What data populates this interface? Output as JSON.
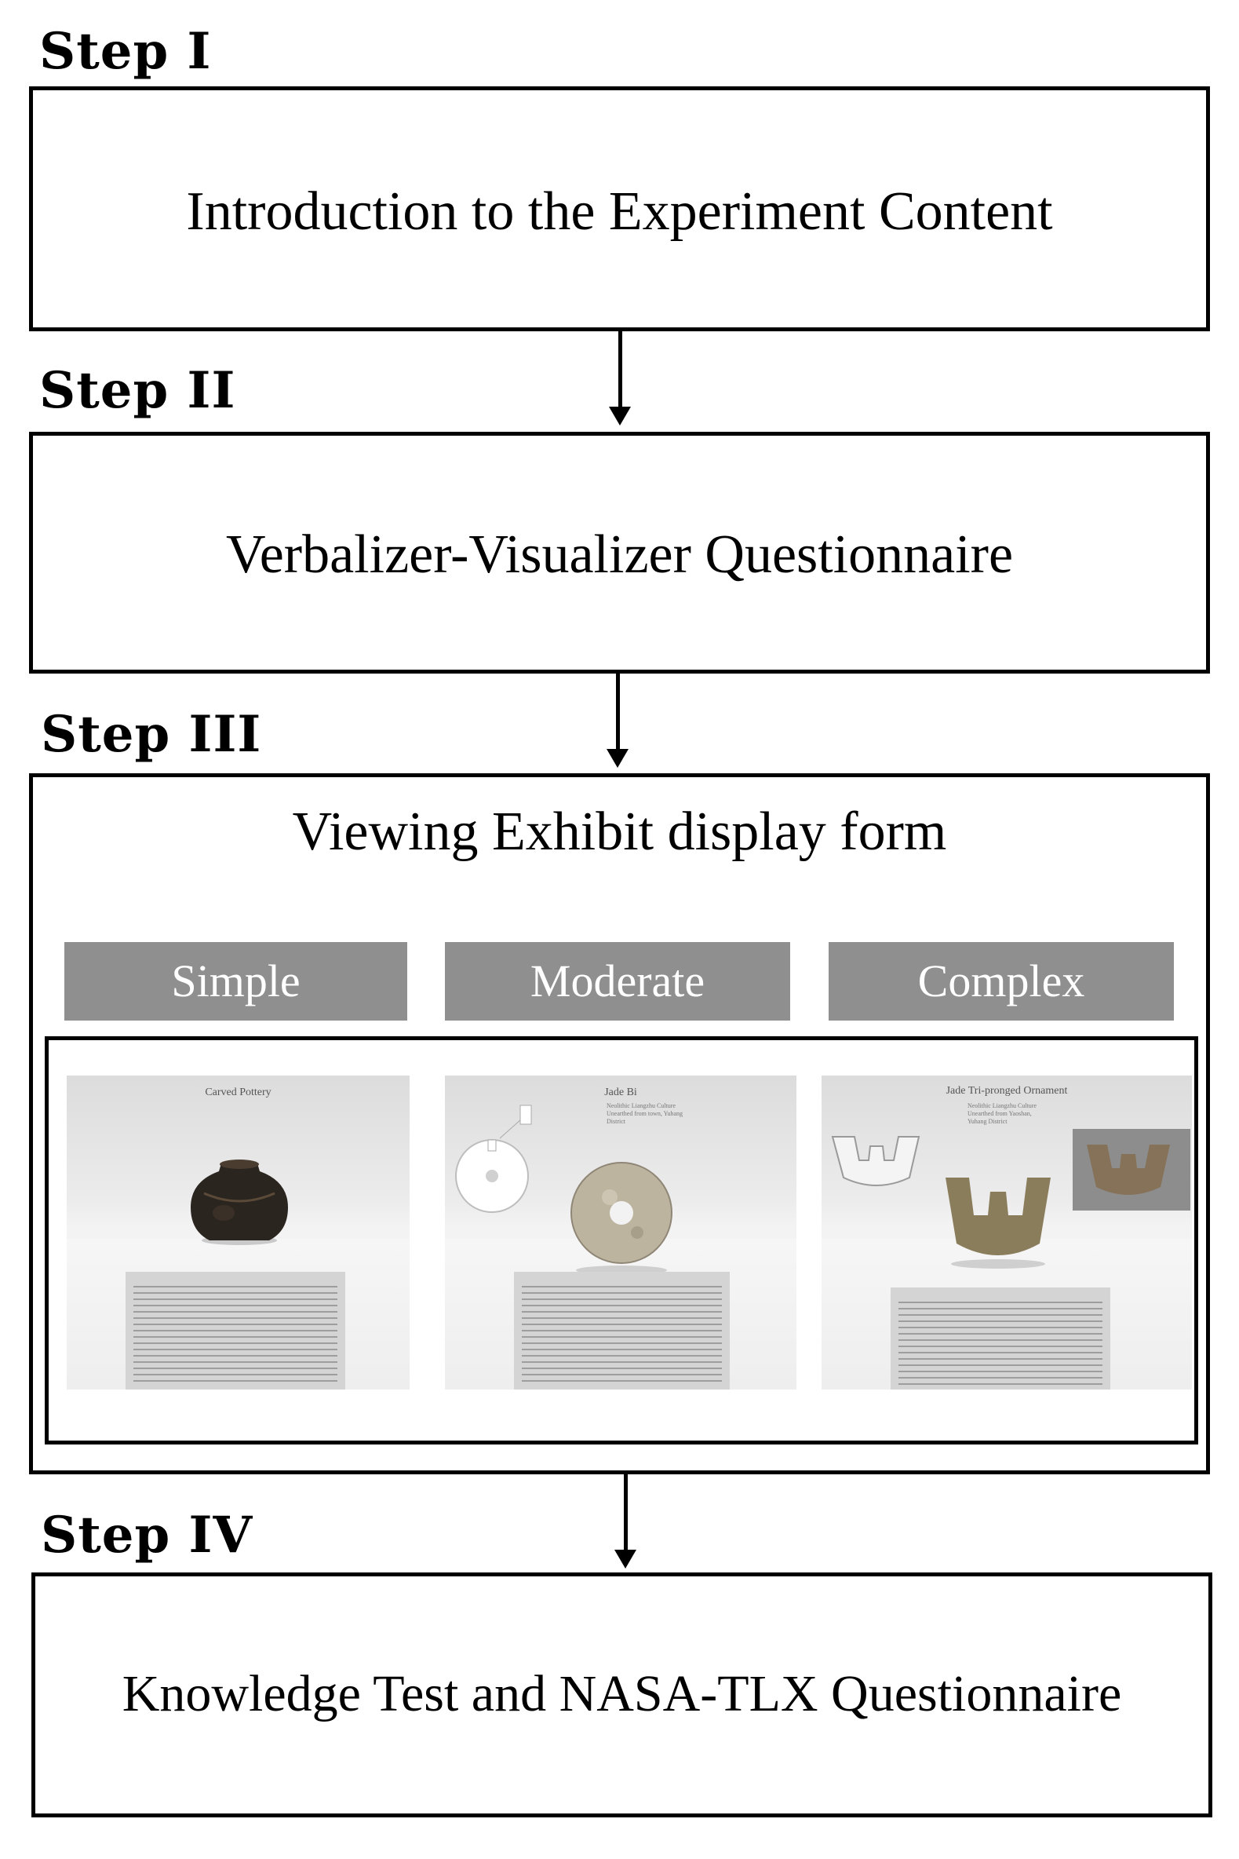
{
  "steps": [
    {
      "label": "Step I",
      "box_text": "Introduction to the Experiment Content"
    },
    {
      "label": "Step II",
      "box_text": "Verbalizer-Visualizer Questionnaire"
    },
    {
      "label": "Step III",
      "box_text": "Viewing Exhibit display form"
    },
    {
      "label": "Step IV",
      "box_text": "Knowledge Test and NASA-TLX Questionnaire"
    }
  ],
  "display_levels": [
    "Simple",
    "Moderate",
    "Complex"
  ],
  "exhibits": [
    {
      "title": "Carved Pottery"
    },
    {
      "title": "Jade Bi",
      "subtitle": [
        "Neolithic Liangzhu Culture",
        "Unearthed from town, Yuhang",
        "District"
      ]
    },
    {
      "title": "Jade Tri-pronged Ornament",
      "subtitle": [
        "Neolithic Liangzhu Culture",
        "Unearthed from Yaoshan,",
        "Yuhang District"
      ]
    }
  ],
  "colors": {
    "level_bg": "#8f8f8f",
    "line": "#000000"
  }
}
